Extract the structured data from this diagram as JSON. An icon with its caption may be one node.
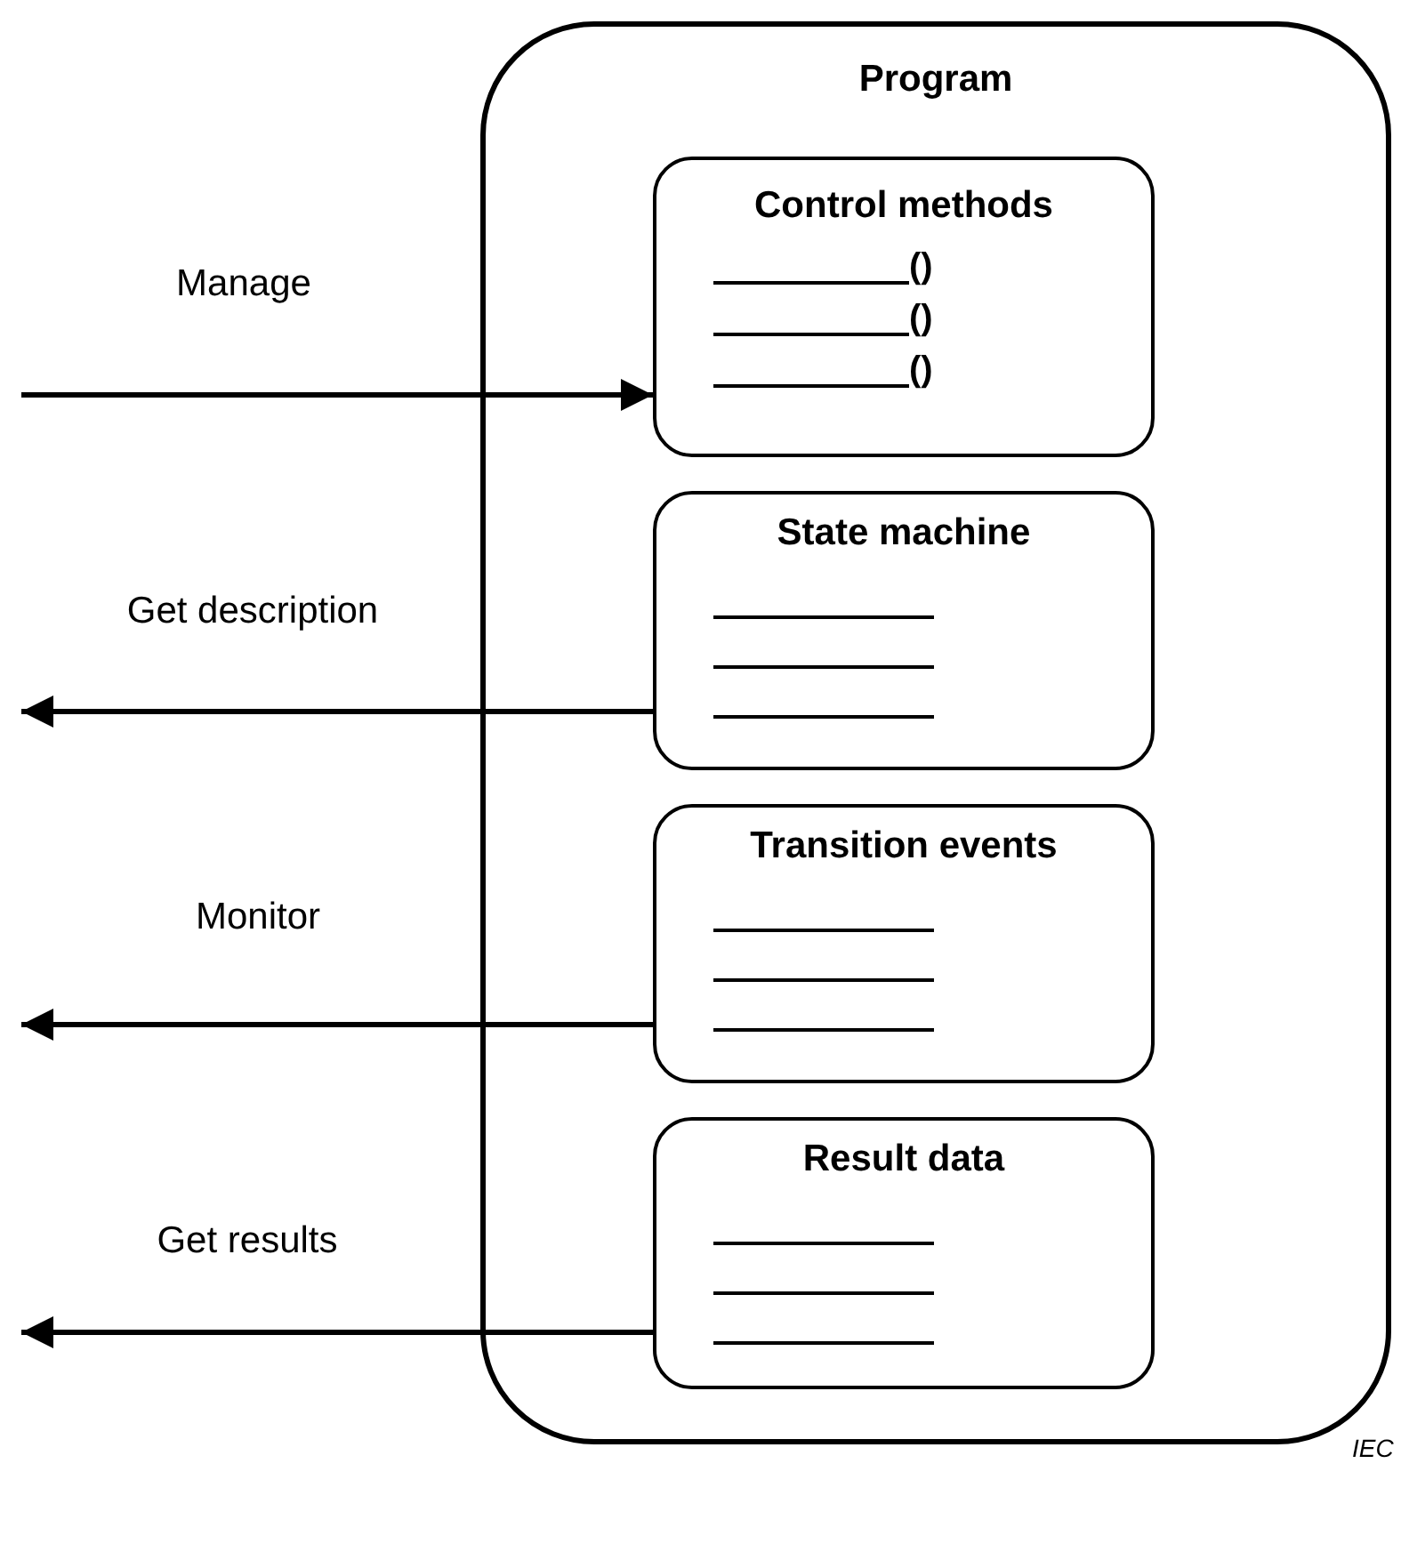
{
  "diagram": {
    "nodes": [
      {
        "text": [
          "Program"
        ]
      },
      {
        "text": [
          "Control methods",
          "()",
          "()",
          "()"
        ],
        "in": 0
      },
      {
        "text": [
          "State machine"
        ],
        "in": 0
      },
      {
        "text": [
          "Transition events"
        ],
        "in": 0
      },
      {
        "text": [
          "Result data"
        ],
        "in": 0
      }
    ],
    "edges": [
      {
        "from": null,
        "to": 1,
        "arrow": "to",
        "label": "Manage"
      },
      {
        "from": 2,
        "to": null,
        "arrow": "to",
        "label": "Get description"
      },
      {
        "from": 3,
        "to": null,
        "arrow": "to",
        "label": "Monitor"
      },
      {
        "from": 4,
        "to": null,
        "arrow": "to",
        "label": "Get results"
      }
    ],
    "labels": [
      "IEC"
    ]
  }
}
